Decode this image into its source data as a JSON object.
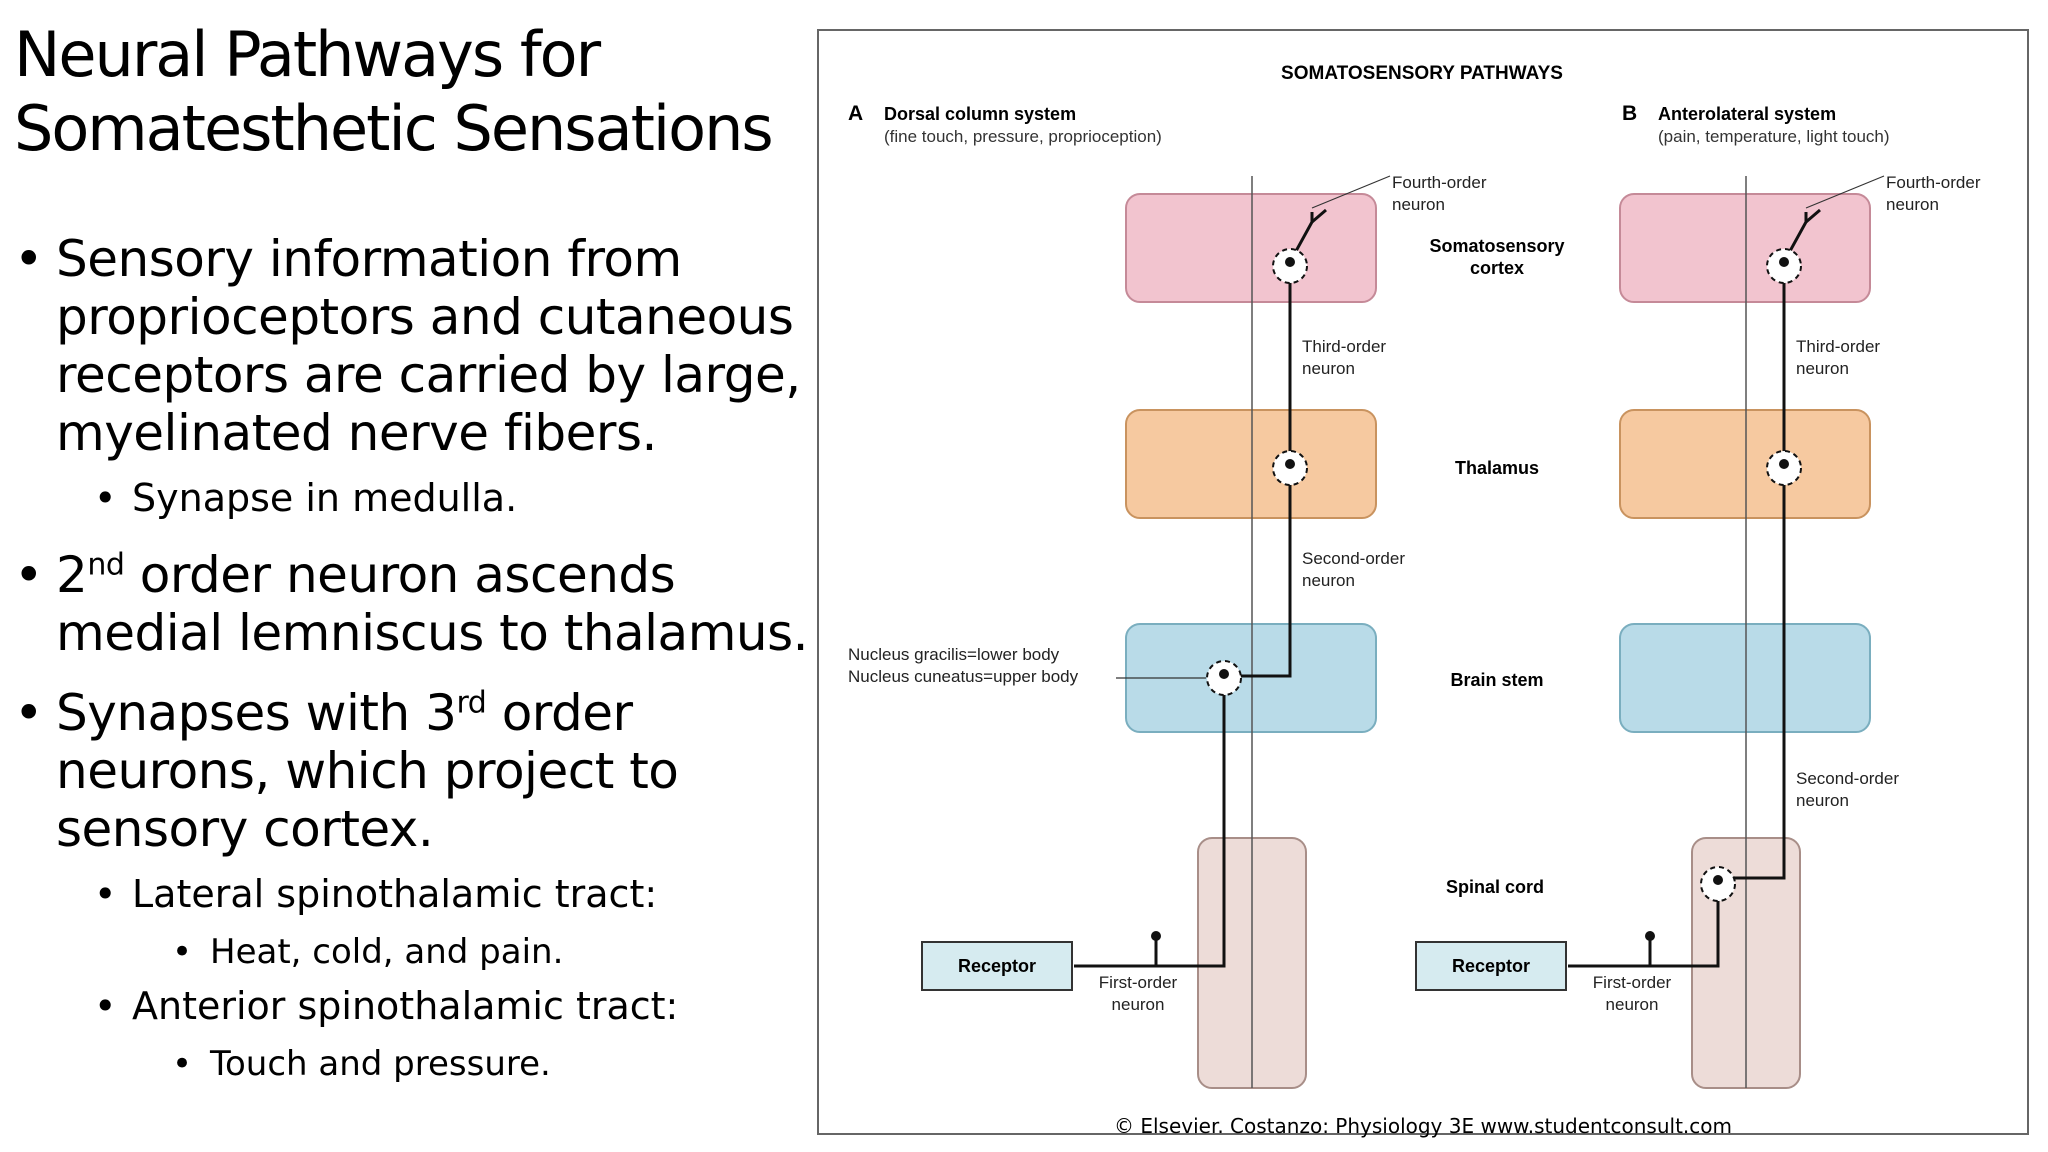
{
  "slide": {
    "title_line1": "Neural Pathways for",
    "title_line2": "Somatesthetic Sensations",
    "bullets": {
      "b1_line1": "Sensory information from",
      "b1_line2": "proprioceptors and cutaneous",
      "b1_line3": "receptors are carried by large,",
      "b1_line4": "myelinated nerve fibers.",
      "b1_sub": "Synapse in medulla.",
      "b2_pre": "2",
      "b2_sup": "nd",
      "b2_rest": " order neuron ascends",
      "b2_line2": "medial lemniscus to thalamus.",
      "b3_pre": "Synapses with 3",
      "b3_sup": "rd",
      "b3_rest": " order",
      "b3_line2": "neurons, which project to",
      "b3_line3": "sensory cortex.",
      "b3_sub1": "Lateral spinothalamic tract:",
      "b3_sub1_item": "Heat, cold, and pain.",
      "b3_sub2": "Anterior spinothalamic tract:",
      "b3_sub2_item": "Touch and pressure."
    },
    "bullet_glyph": "•"
  },
  "figure": {
    "title": "SOMATOSENSORY PATHWAYS",
    "panel_a": {
      "letter": "A",
      "heading": "Dorsal column system",
      "subheading": "(fine touch, pressure, proprioception)"
    },
    "panel_b": {
      "letter": "B",
      "heading": "Anterolateral system",
      "subheading": "(pain, temperature, light touch)"
    },
    "regions": {
      "cortex_line1": "Somatosensory",
      "cortex_line2": "cortex",
      "thalamus": "Thalamus",
      "brain_stem": "Brain stem",
      "spinal_cord": "Spinal cord"
    },
    "labels": {
      "fourth_line1": "Fourth-order",
      "fourth_line2": "neuron",
      "third_line1": "Third-order",
      "third_line2": "neuron",
      "second_line1": "Second-order",
      "second_line2": "neuron",
      "first_line1": "First-order",
      "first_line2": "neuron",
      "receptor": "Receptor",
      "nucleus_line1": "Nucleus gracilis=lower body",
      "nucleus_line2": "Nucleus cuneatus=upper body"
    },
    "colors": {
      "cortex": "#f2c4cf",
      "thalamus": "#f6c9a0",
      "brain_stem": "#b9dbe8",
      "spinal_cord": "#eddcd8",
      "receptor": "#d6ebf0",
      "neuron": "#111111"
    }
  },
  "copyright": "© Elsevier. Costanzo: Physiology 3E www.studentconsult.com"
}
